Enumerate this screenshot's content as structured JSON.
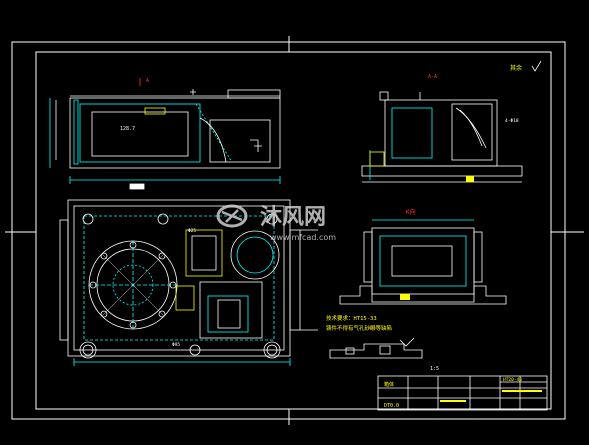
{
  "drawing": {
    "background": "#000000",
    "colors": {
      "line": "#ffffff",
      "cyan": "#00ffff",
      "yellow": "#ffff00",
      "red": "#ff3030",
      "green": "#33ff33",
      "magenta": "#ff66ff",
      "watermark": "#cfcfcf"
    },
    "notes": {
      "top_right": "其余",
      "section_aa": "A-A",
      "view_k": "K向",
      "scale_left": "1:5",
      "req_line1": "技术要求：HT15-33",
      "req_line2": "铸件不得有气孔砂眼等缺陷",
      "title_part": "HT20-40",
      "title_name": "箱体",
      "title_no": "DT0.0",
      "dim_1": "128.7",
      "dim_2": "4-Φ18",
      "dim_3": "Φ95",
      "dim_4": "Φ25"
    },
    "watermark": {
      "brand": "沐风网",
      "url": "www.mfcad.com"
    }
  }
}
